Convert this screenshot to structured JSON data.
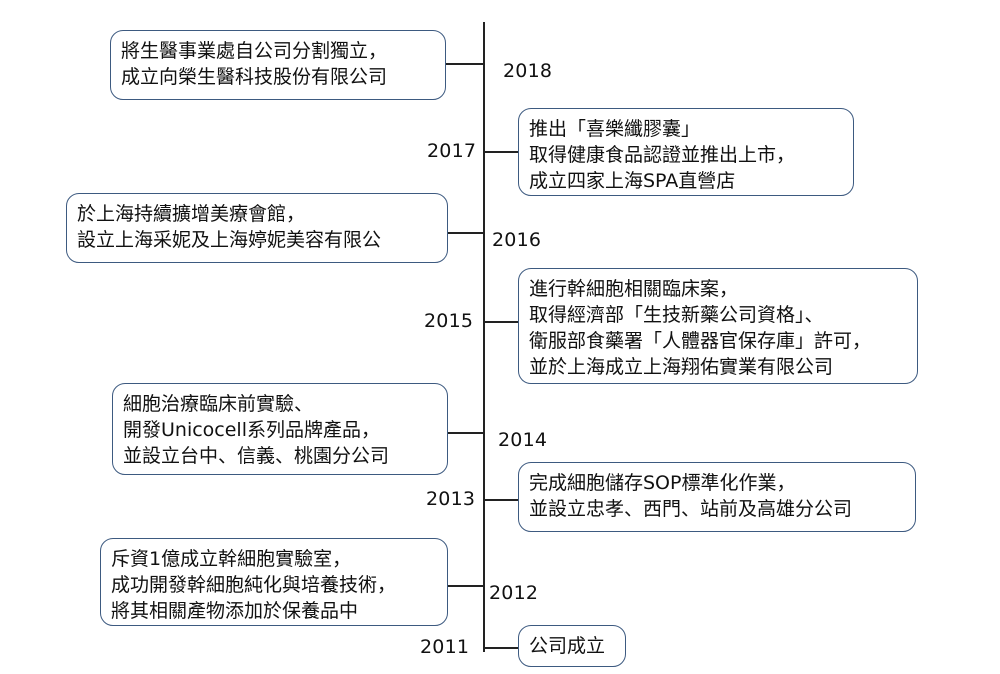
{
  "colors": {
    "box_border": "#3d5a80",
    "axis": "#222222",
    "text": "#111111"
  },
  "timeline": {
    "events": [
      {
        "year": "2018",
        "side": "left",
        "lines": [
          "將生醫事業處自公司分割獨立，",
          "成立向榮生醫科技股份有限公司"
        ]
      },
      {
        "year": "2017",
        "side": "right",
        "lines": [
          "推出「喜樂纖膠囊」",
          "取得健康食品認證並推出上市，",
          "成立四家上海SPA直營店"
        ]
      },
      {
        "year": "2016",
        "side": "left",
        "lines": [
          "於上海持續擴增美療會館，",
          "設立上海采妮及上海婷妮美容有限公"
        ]
      },
      {
        "year": "2015",
        "side": "right",
        "lines": [
          "進行幹細胞相關臨床案，",
          "取得經濟部「生技新藥公司資格」、",
          "衛服部食藥署「人體器官保存庫」許可，",
          "並於上海成立上海翔佑實業有限公司"
        ]
      },
      {
        "year": "2014",
        "side": "left",
        "lines": [
          "細胞治療臨床前實驗、",
          "開發Unicocell系列品牌產品，",
          "並設立台中、信義、桃園分公司"
        ]
      },
      {
        "year": "2013",
        "side": "right",
        "lines": [
          "完成細胞儲存SOP標準化作業，",
          "並設立忠孝、西門、站前及高雄分公司"
        ]
      },
      {
        "year": "2012",
        "side": "left",
        "lines": [
          "斥資1億成立幹細胞實驗室，",
          "成功開發幹細胞純化與培養技術，",
          "將其相關產物添加於保養品中"
        ]
      },
      {
        "year": "2011",
        "side": "right",
        "lines": [
          "公司成立"
        ]
      }
    ]
  }
}
